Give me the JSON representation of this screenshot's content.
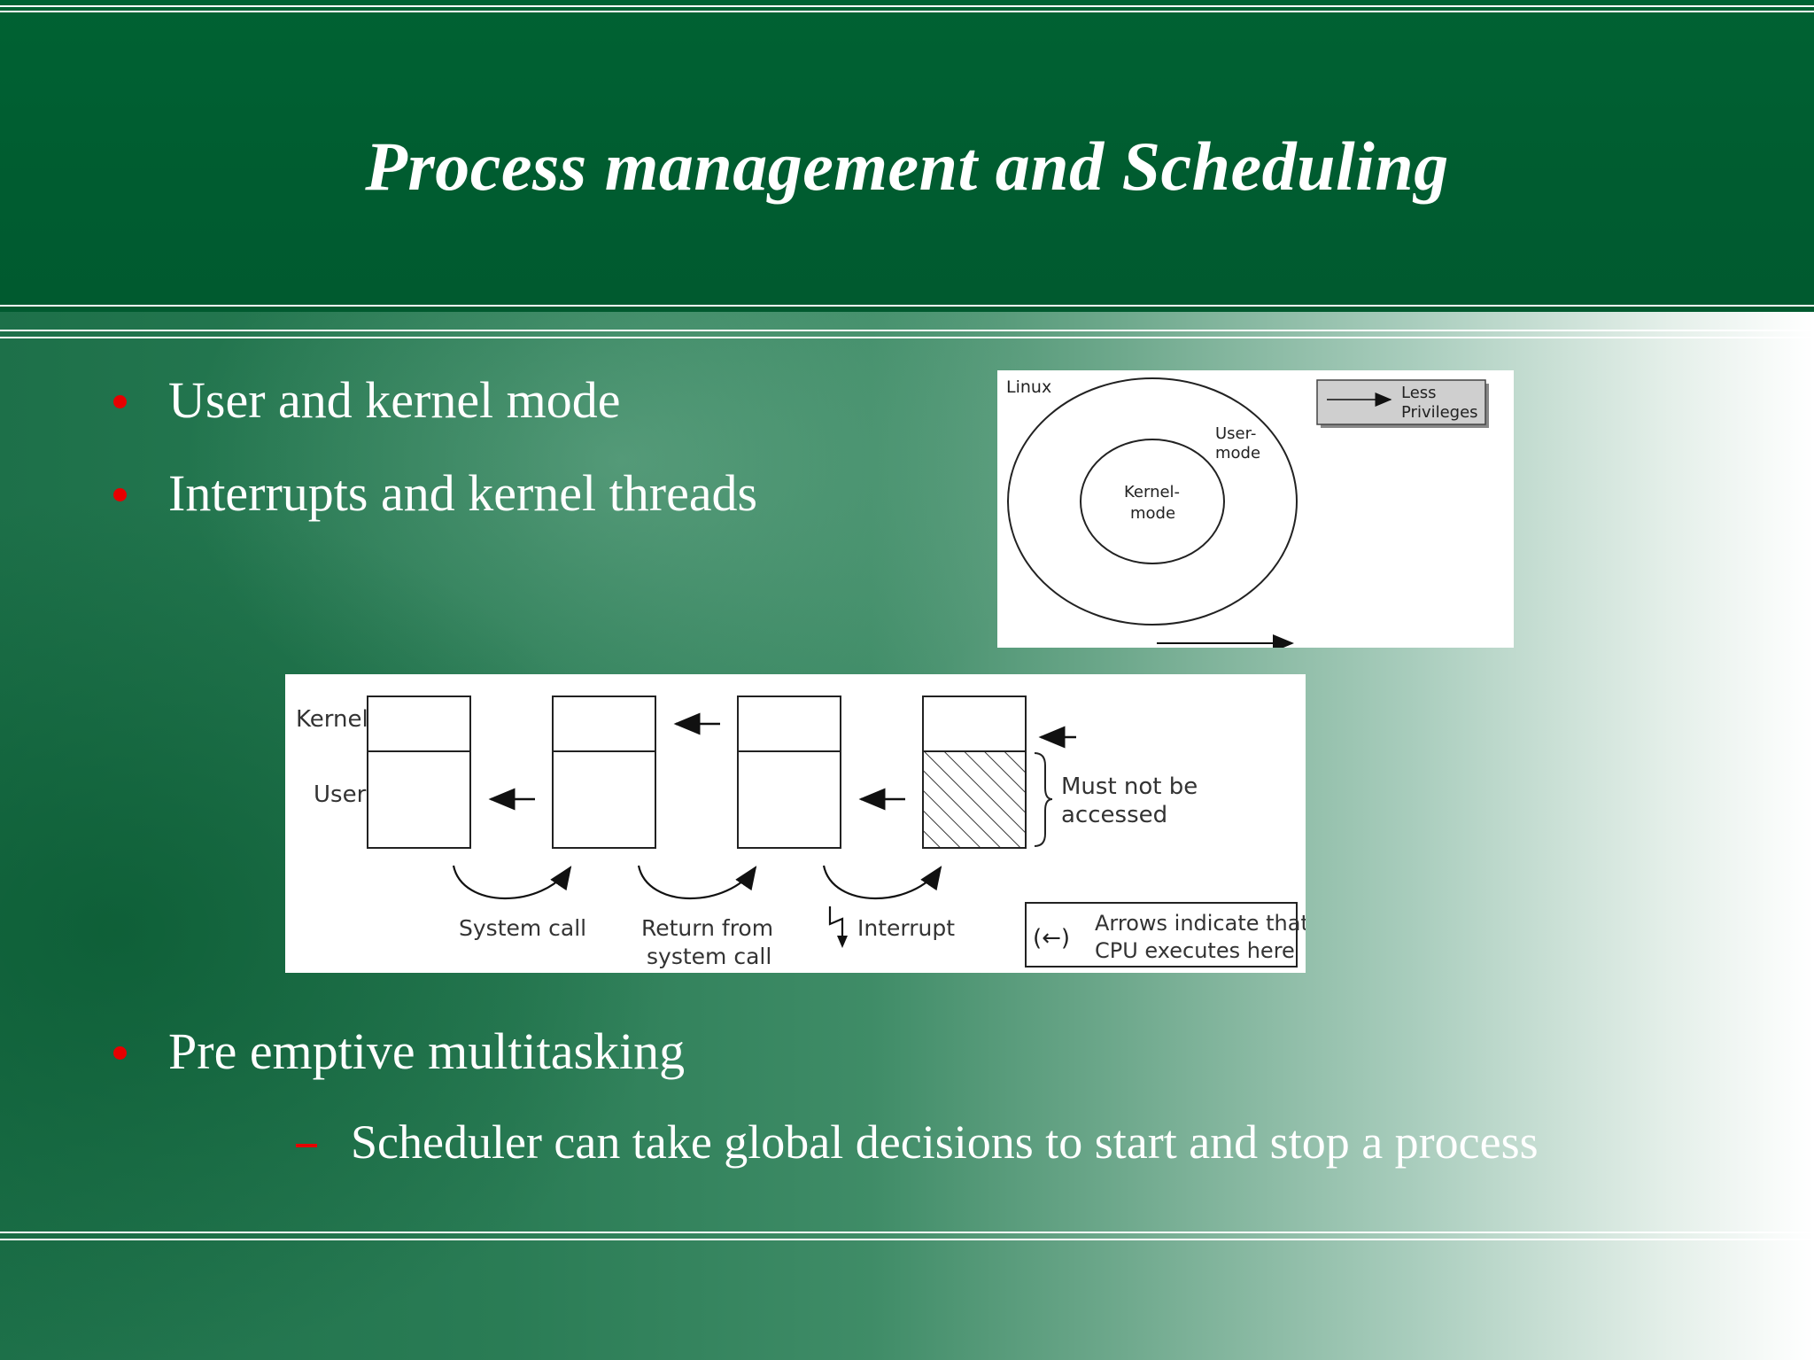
{
  "slide": {
    "title": "Process management and Scheduling",
    "bullets": [
      {
        "text": "User and kernel mode"
      },
      {
        "text": "Interrupts and kernel threads"
      },
      {
        "text": "Pre emptive multitasking"
      }
    ],
    "sub_bullets": [
      {
        "text": "Scheduler can take global decisions to start and stop a process"
      }
    ],
    "colors": {
      "header": "#006233",
      "bullet_marker": "#e60000",
      "text": "#ffffff"
    }
  },
  "ring_figure": {
    "os_label": "Linux",
    "outer_label": [
      "User-",
      "mode"
    ],
    "inner_label": [
      "Kernel-",
      "mode"
    ],
    "legend": [
      "Less",
      "Privileges"
    ]
  },
  "transition_figure": {
    "row_labels": {
      "kernel": "Kernel",
      "user": "User"
    },
    "captions": {
      "system_call": "System call",
      "return_from": [
        "Return from",
        "system call"
      ],
      "interrupt": "Interrupt"
    },
    "brace_note": [
      "Must not be",
      "accessed"
    ],
    "legend": {
      "arrow": "(←)",
      "lines": [
        "Arrows indicate that",
        "CPU executes here"
      ]
    }
  }
}
